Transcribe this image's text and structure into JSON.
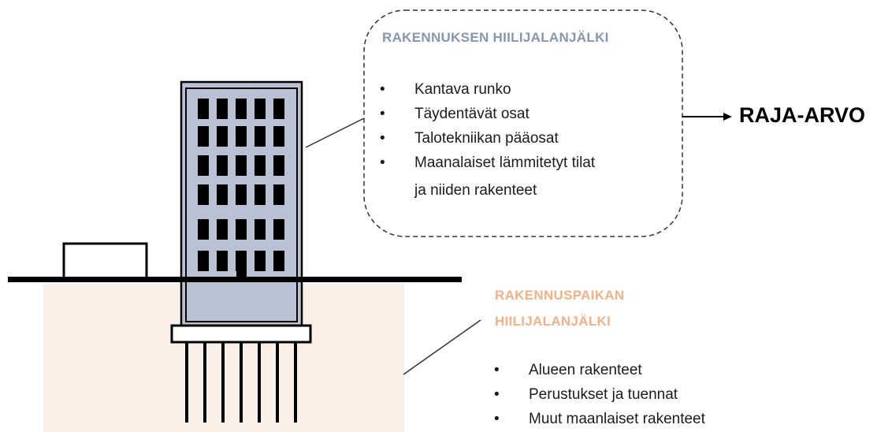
{
  "colors": {
    "soil": "#fbf0e8",
    "building_fill": "#b8c2d4",
    "window": "#000000",
    "building_title": "#8497b0",
    "site_title": "#f4b183",
    "stroke": "#000000"
  },
  "building_callout": {
    "title": "RAKENNUKSEN HIILIJALANJÄLKI",
    "items": [
      "Kantava runko",
      "Täydentävät osat",
      "Talotekniikan pääosat",
      "Maanalaiset lämmitetyt tilat",
      "ja niiden rakenteet"
    ]
  },
  "site_callout": {
    "title_line1": "RAKENNUSPAIKAN",
    "title_line2": "HIILIJALANJÄLKI",
    "items": [
      "Alueen rakenteet",
      "Perustukset ja tuennat",
      "Muut maanlaiset rakenteet"
    ]
  },
  "result": {
    "label": "RAJA-ARVO"
  }
}
